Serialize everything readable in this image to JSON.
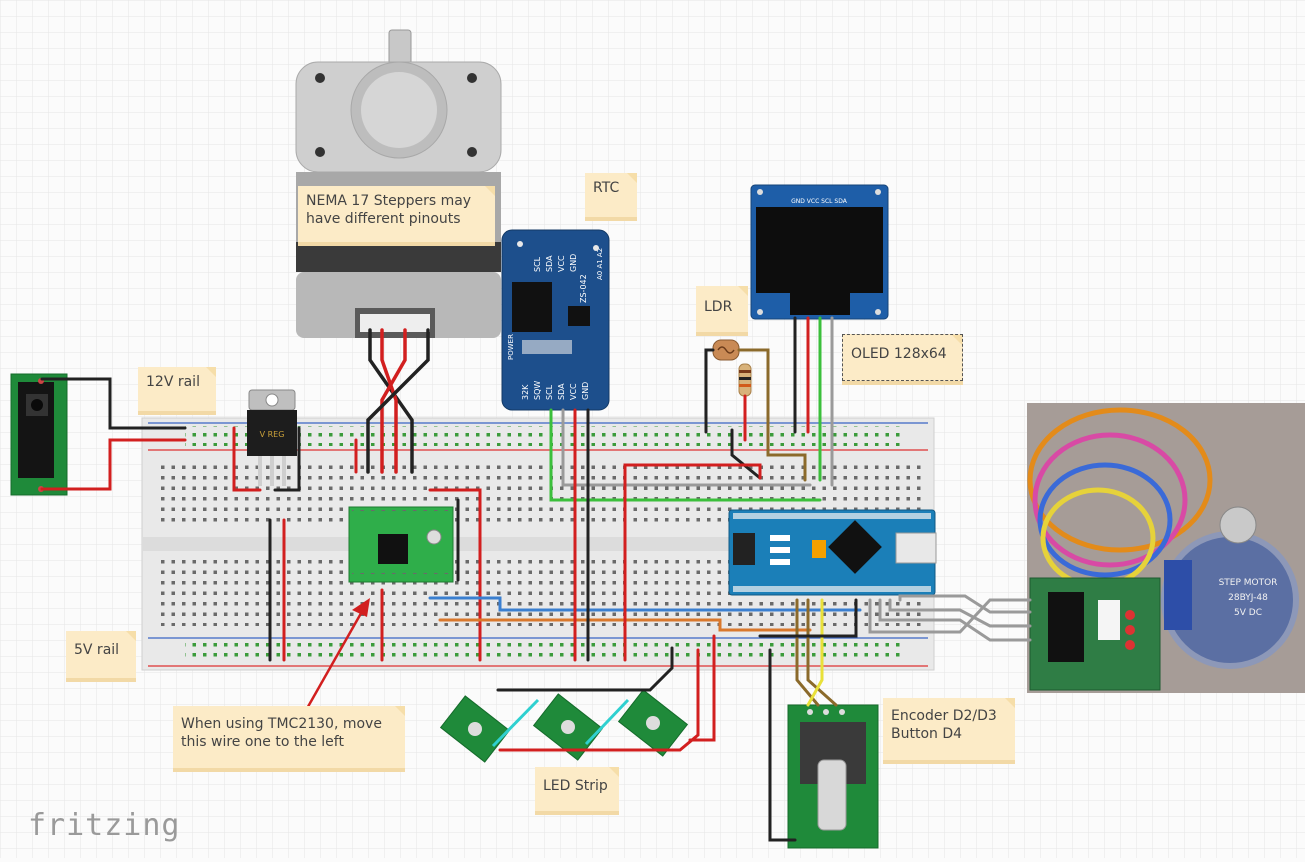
{
  "notes": {
    "stepper_pinout": "NEMA 17 Steppers may have different pinouts",
    "rtc": "RTC",
    "oled": "OLED 128x64",
    "ldr": "LDR",
    "rail12": "12V rail",
    "rail5": "5V rail",
    "tmc_tip": "When using TMC2130, move this wire one to the left",
    "led_strip": "LED Strip",
    "encoder": "Encoder D2/D3\nButton D4"
  },
  "rtc_labels": {
    "top_pins": [
      "SCL",
      "SDA",
      "VCC",
      "GND"
    ],
    "model": "ZS-042",
    "addr": "A0 A1 A2",
    "power": "POWER",
    "bottom_pins": [
      "32K",
      "SQW",
      "SCL",
      "SDA",
      "VCC",
      "GND"
    ]
  },
  "oled_pins": "GND VCC SCL SDA",
  "regulator_label": "V REG",
  "stepper28_label": [
    "STEP MOTOR",
    "28BYJ-48",
    "5V DC"
  ],
  "logo": "fritzing",
  "colors": {
    "wire_red": "#d21f1f",
    "wire_black": "#222222",
    "wire_green": "#3bbf3b",
    "wire_gray": "#9a9a9a",
    "wire_blue": "#3a7fd0",
    "wire_orange": "#d9782c",
    "wire_brown": "#8b6a2b",
    "wire_yellow": "#e9e13a",
    "nano_blue": "#1b7fb8",
    "pcb_green": "#1f8a3a",
    "rtc_blue": "#1d4f8c"
  }
}
